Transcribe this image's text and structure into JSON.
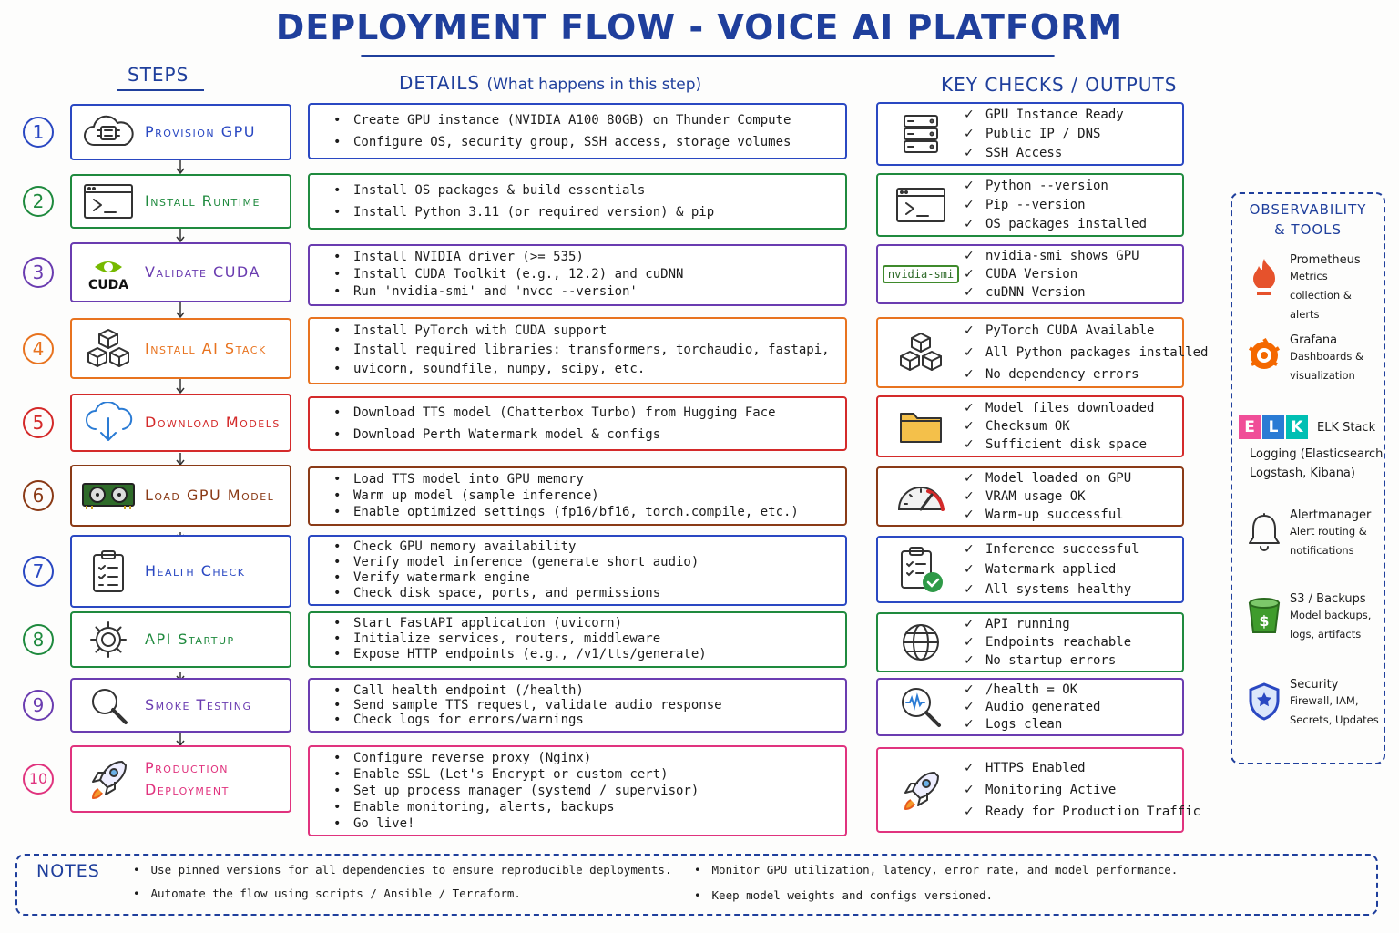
{
  "title": "DEPLOYMENT FLOW - VOICE AI PLATFORM",
  "headers": {
    "steps": "STEPS",
    "details": "DETAILS",
    "details_sub": "(What happens in this step)",
    "checks": "KEY CHECKS / OUTPUTS"
  },
  "steps": [
    {
      "num": "1",
      "label": "Provision GPU",
      "icon": "cloud-chip-icon",
      "color": "#2a48c2",
      "details": [
        "Create GPU instance (NVIDIA A100 80GB) on Thunder Compute",
        "Configure OS, security group, SSH access, storage volumes"
      ],
      "check_icon": "server-rack-icon",
      "checks": [
        "GPU Instance Ready",
        "Public IP / DNS",
        "SSH Access"
      ]
    },
    {
      "num": "2",
      "label": "Install Runtime",
      "icon": "terminal-icon",
      "color": "#1f8a3e",
      "details": [
        "Install OS packages & build essentials",
        "Install Python 3.11 (or required version) & pip"
      ],
      "check_icon": "terminal-icon",
      "checks": [
        "Python --version",
        "Pip --version",
        "OS packages installed"
      ]
    },
    {
      "num": "3",
      "label": "Validate CUDA",
      "icon": "nvidia-cuda-icon",
      "icon_text": "CUDA",
      "color": "#6a3cb0",
      "details": [
        "Install NVIDIA driver (>= 535)",
        "Install CUDA Toolkit (e.g., 12.2) and cuDNN",
        "Run 'nvidia-smi' and 'nvcc --version'"
      ],
      "check_icon": "nvidia-smi-badge",
      "check_icon_text": "nvidia-smi",
      "checks": [
        "nvidia-smi shows GPU",
        "CUDA Version",
        "cuDNN Version"
      ]
    },
    {
      "num": "4",
      "label": "Install AI Stack",
      "icon": "cubes-icon",
      "color": "#e8731f",
      "details": [
        "Install PyTorch with CUDA support",
        "Install required libraries: transformers, torchaudio, fastapi,",
        "uvicorn, soundfile, numpy, scipy, etc."
      ],
      "check_icon": "cubes-icon",
      "checks": [
        "PyTorch CUDA Available",
        "All Python packages installed",
        "No dependency errors"
      ]
    },
    {
      "num": "5",
      "label": "Download Models",
      "icon": "cloud-download-icon",
      "color": "#d42a2a",
      "details": [
        "Download TTS model (Chatterbox Turbo) from Hugging Face",
        "Download Perth Watermark model & configs"
      ],
      "check_icon": "folder-icon",
      "checks": [
        "Model files downloaded",
        "Checksum OK",
        "Sufficient disk space"
      ]
    },
    {
      "num": "6",
      "label": "Load GPU Model",
      "icon": "gpu-card-icon",
      "color": "#8a3a16",
      "details": [
        "Load TTS model into GPU memory",
        "Warm up model (sample inference)",
        "Enable optimized settings (fp16/bf16, torch.compile, etc.)"
      ],
      "check_icon": "gauge-icon",
      "checks": [
        "Model loaded on GPU",
        "VRAM usage OK",
        "Warm-up successful"
      ]
    },
    {
      "num": "7",
      "label": "Health Check",
      "icon": "clipboard-icon",
      "color": "#2a48c2",
      "details": [
        "Check GPU memory availability",
        "Verify model inference (generate short audio)",
        "Verify watermark engine",
        "Check disk space, ports, and permissions"
      ],
      "check_icon": "clipboard-check-icon",
      "checks": [
        "Inference successful",
        "Watermark applied",
        "All systems healthy"
      ]
    },
    {
      "num": "8",
      "label": "API Startup",
      "icon": "gear-icon",
      "color": "#1f8a3e",
      "details": [
        "Start FastAPI application (uvicorn)",
        "Initialize services, routers, middleware",
        "Expose HTTP endpoints (e.g., /v1/tts/generate)"
      ],
      "check_icon": "globe-icon",
      "checks": [
        "API running",
        "Endpoints reachable",
        "No startup errors"
      ]
    },
    {
      "num": "9",
      "label": "Smoke Testing",
      "icon": "magnifier-icon",
      "color": "#6a3cb0",
      "details": [
        "Call health endpoint (/health)",
        "Send sample TTS request, validate audio response",
        "Check logs for errors/warnings"
      ],
      "check_icon": "audio-magnifier-icon",
      "checks": [
        "/health = OK",
        "Audio generated",
        "Logs clean"
      ]
    },
    {
      "num": "10",
      "label": "Production\nDeployment",
      "icon": "rocket-icon",
      "color": "#e0337e",
      "details": [
        "Configure reverse proxy (Nginx)",
        "Enable SSL (Let's Encrypt or custom cert)",
        "Set up process manager (systemd / supervisor)",
        "Enable monitoring, alerts, backups",
        "Go live!"
      ],
      "check_icon": "rocket-icon",
      "checks": [
        "HTTPS Enabled",
        "Monitoring Active",
        "Ready for Production Traffic"
      ]
    }
  ],
  "check_mark": "✓",
  "observability": {
    "title": "OBSERVABILITY\n& TOOLS",
    "tools": [
      {
        "name": "Prometheus",
        "desc": "Metrics collection & alerts",
        "icon": "prometheus-flame-icon",
        "color": "#e6522c"
      },
      {
        "name": "Grafana",
        "desc": "Dashboards & visualization",
        "icon": "grafana-icon",
        "color": "#f46800"
      },
      {
        "name": "ELK Stack",
        "desc": "Logging (Elasticsearch Logstash, Kibana)",
        "icon": "elk-icon",
        "icon_letters": [
          "E",
          "L",
          "K"
        ],
        "color": "#2a7bd4"
      },
      {
        "name": "Alertmanager",
        "desc": "Alert routing & notifications",
        "icon": "bell-icon",
        "color": "#333333"
      },
      {
        "name": "S3 / Backups",
        "desc": "Model backups, logs, artifacts",
        "icon": "s3-bucket-icon",
        "color": "#3f9c2c"
      },
      {
        "name": "Security",
        "desc": "Firewall, IAM, Secrets, Updates",
        "icon": "shield-icon",
        "color": "#2a48c2"
      }
    ]
  },
  "notes": {
    "title": "NOTES",
    "items": [
      "Use pinned versions for all dependencies to ensure reproducible deployments.",
      "Automate the flow using scripts / Ansible / Terraform.",
      "Monitor GPU utilization, latency, error rate, and model performance.",
      "Keep model weights and configs versioned."
    ]
  }
}
